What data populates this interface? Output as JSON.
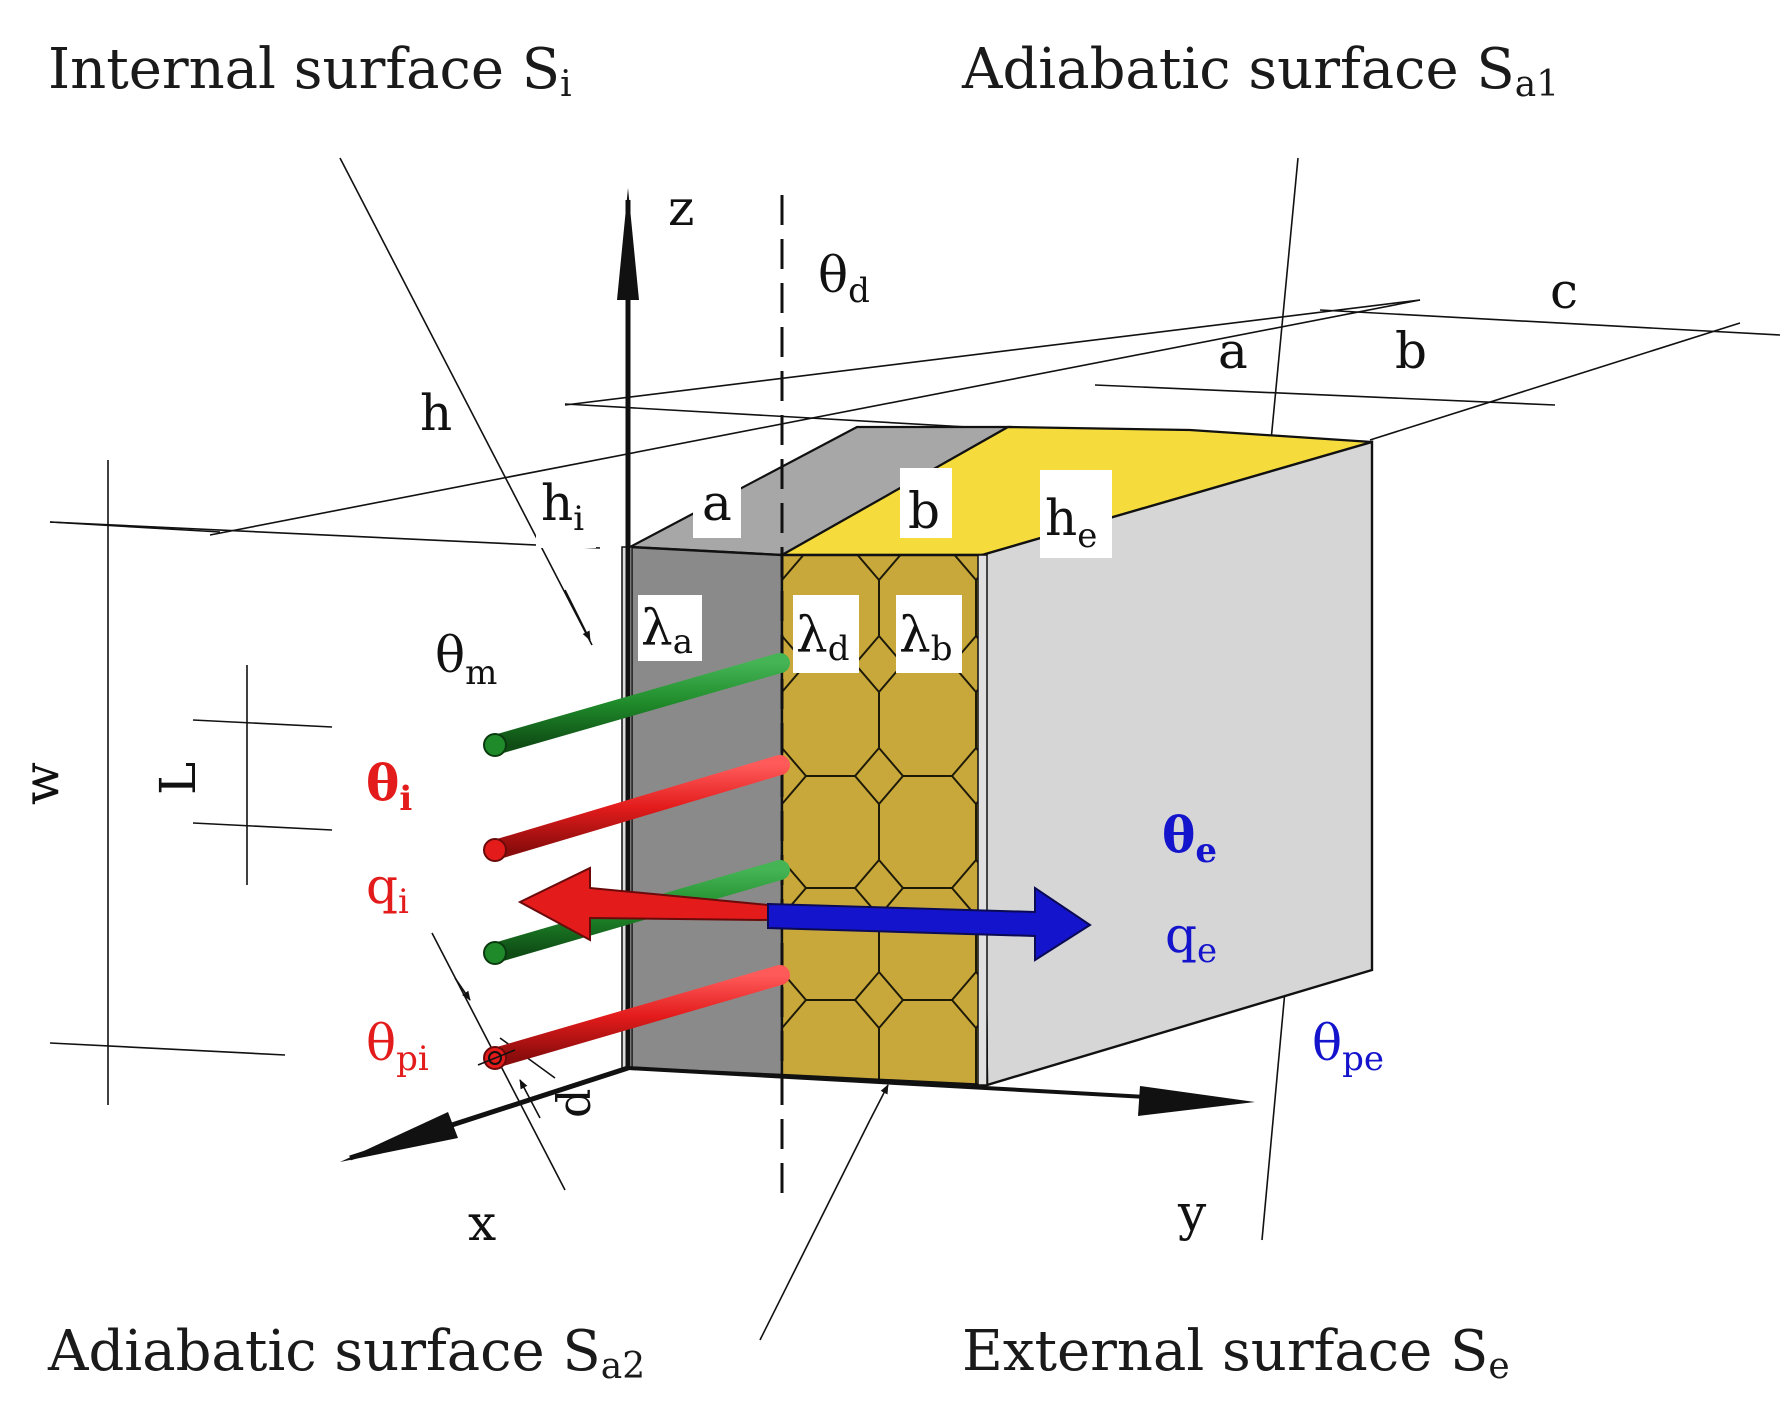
{
  "labels": {
    "internal_surface": {
      "main": "Internal surface S",
      "sub": "i"
    },
    "adiabatic_surface_1": {
      "main": "Adiabatic surface S",
      "sub": "a1"
    },
    "adiabatic_surface_2": {
      "main": "Adiabatic surface S",
      "sub": "a2"
    },
    "external_surface": {
      "main": "External surface S",
      "sub": "e"
    },
    "axis_z": "z",
    "axis_x": "x",
    "axis_y": "y",
    "theta_d": {
      "main": "θ",
      "sub": "d"
    },
    "dim_a_top": "a",
    "dim_b_top": "b",
    "dim_c_top": "c",
    "dim_h": "h",
    "dim_hi": {
      "main": "h",
      "sub": "i"
    },
    "dim_a_face": "a",
    "dim_b_face": "b",
    "dim_he": {
      "main": "h",
      "sub": "e"
    },
    "lambda_a": {
      "main": "λ",
      "sub": "a"
    },
    "lambda_d": {
      "main": "λ",
      "sub": "d"
    },
    "lambda_b": {
      "main": "λ",
      "sub": "b"
    },
    "theta_m": {
      "main": "θ",
      "sub": "m"
    },
    "theta_i": {
      "main": "θ",
      "sub": "i"
    },
    "q_i": {
      "main": "q",
      "sub": "i"
    },
    "theta_pi": {
      "main": "θ",
      "sub": "pi"
    },
    "theta_e": {
      "main": "θ",
      "sub": "e"
    },
    "q_e": {
      "main": "q",
      "sub": "e"
    },
    "theta_pe": {
      "main": "θ",
      "sub": "pe"
    },
    "dim_w": "w",
    "dim_L": "L",
    "dim_d": "d"
  },
  "colors": {
    "red": "#e31b1b",
    "blue": "#1414cc",
    "green": "#1f8a2a",
    "insulation": "#c8a83a",
    "insulation_top": "#f5dc3c",
    "wall_gray": "#8a8a8a",
    "wall_top": "#a9a9a9",
    "side_face": "#d6d6d6"
  }
}
